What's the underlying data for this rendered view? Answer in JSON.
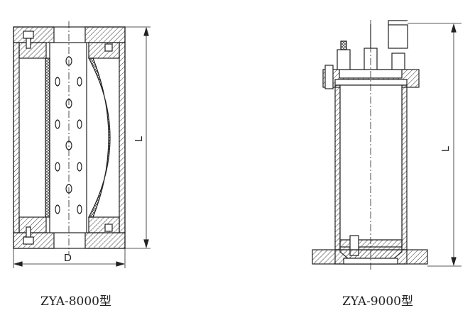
{
  "left_drawing": {
    "caption": "ZYA-8000型",
    "length_label": "L",
    "diameter_label": "D"
  },
  "right_drawing": {
    "caption": "ZYA-9000型",
    "length_label": "L"
  },
  "colors": {
    "line": "#222222",
    "background": "#ffffff"
  }
}
